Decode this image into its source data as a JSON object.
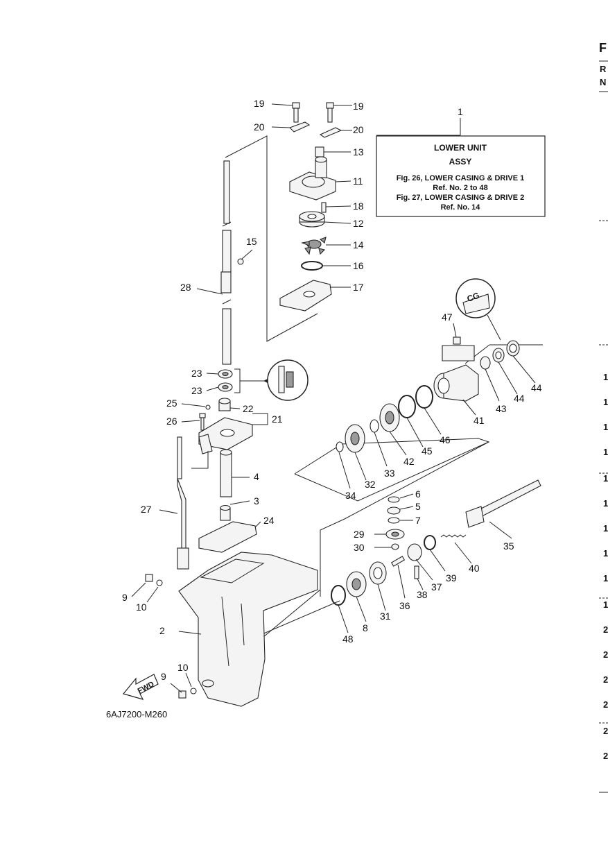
{
  "diagram_code": "6AJ7200-M260",
  "info_box": {
    "ref_number": "1",
    "title_line1": "LOWER UNIT",
    "title_line2": "ASSY",
    "lines": [
      "Fig. 26, LOWER CASING & DRIVE 1",
      "Ref. No. 2 to 48",
      "Fig. 27, LOWER CASING & DRIVE 2",
      "Ref. No. 14"
    ]
  },
  "fwd_label": "FWD",
  "grease_label": "CG",
  "right_edge": {
    "top_letters": [
      "F",
      "R",
      "N"
    ],
    "digits": [
      "1",
      "1",
      "1",
      "1",
      "1",
      "1",
      "1",
      "1",
      "1",
      "1",
      "2",
      "2",
      "2",
      "2",
      "2",
      "2"
    ]
  },
  "callouts": {
    "c2": "2",
    "c3": "3",
    "c4": "4",
    "c5": "5",
    "c6": "6",
    "c7": "7",
    "c8": "8",
    "c9a": "9",
    "c9b": "9",
    "c10a": "10",
    "c10b": "10",
    "c11": "11",
    "c12": "12",
    "c13": "13",
    "c14": "14",
    "c15": "15",
    "c16": "16",
    "c17": "17",
    "c18": "18",
    "c19a": "19",
    "c19b": "19",
    "c20a": "20",
    "c20b": "20",
    "c21": "21",
    "c22": "22",
    "c23a": "23",
    "c23b": "23",
    "c24": "24",
    "c25": "25",
    "c26": "26",
    "c27": "27",
    "c28": "28",
    "c29": "29",
    "c30": "30",
    "c31": "31",
    "c32": "32",
    "c33": "33",
    "c34": "34",
    "c35": "35",
    "c36": "36",
    "c37": "37",
    "c38": "38",
    "c39": "39",
    "c40": "40",
    "c41": "41",
    "c42": "42",
    "c43": "43",
    "c44a": "44",
    "c44b": "44",
    "c45": "45",
    "c46": "46",
    "c47": "47",
    "c48": "48"
  }
}
